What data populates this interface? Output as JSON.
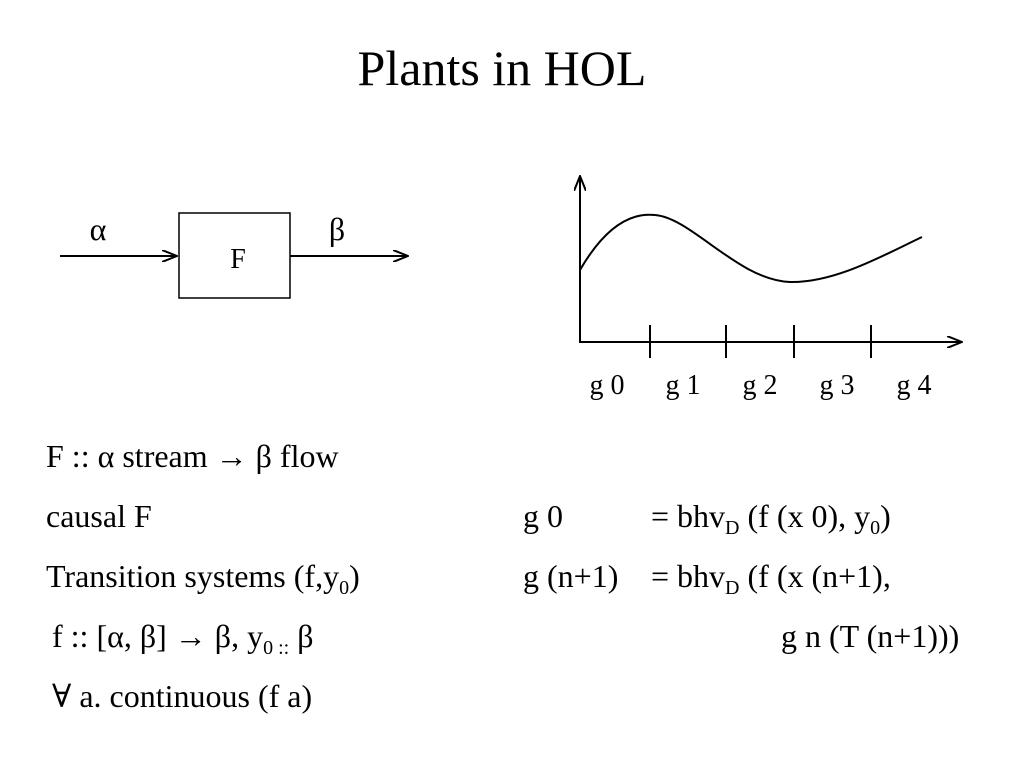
{
  "title": "Plants in HOL",
  "block": {
    "input_label": "α",
    "output_label": "β",
    "box_label": "F"
  },
  "plot": {
    "tick_labels": [
      "g 0",
      "g 1",
      "g 2",
      "g 3",
      "g 4"
    ]
  },
  "left": {
    "line1": "F :: α stream → β flow",
    "line2": "causal F",
    "line3_main": "Transition systems (f,y",
    "line3_sub": "0",
    "line3_end": ")",
    "line4_main": "f :: [α, β] → β, y",
    "line4_sub": "0 ::",
    "line4_end": " β",
    "line5": "∀ a. continuous (f a)"
  },
  "right": {
    "eq1_lhs": "g 0",
    "eq1_rhs_a": "= bhv",
    "eq1_sub_a": "D",
    "eq1_rhs_b": " (f (x 0), y",
    "eq1_sub_b": "0",
    "eq1_rhs_c": ")",
    "eq2_lhs": "g (n+1)",
    "eq2_rhs_a": "= bhv",
    "eq2_sub_a": "D",
    "eq2_rhs_b": " (f (x (n+1),",
    "eq3": "g n (T (n+1)))"
  }
}
